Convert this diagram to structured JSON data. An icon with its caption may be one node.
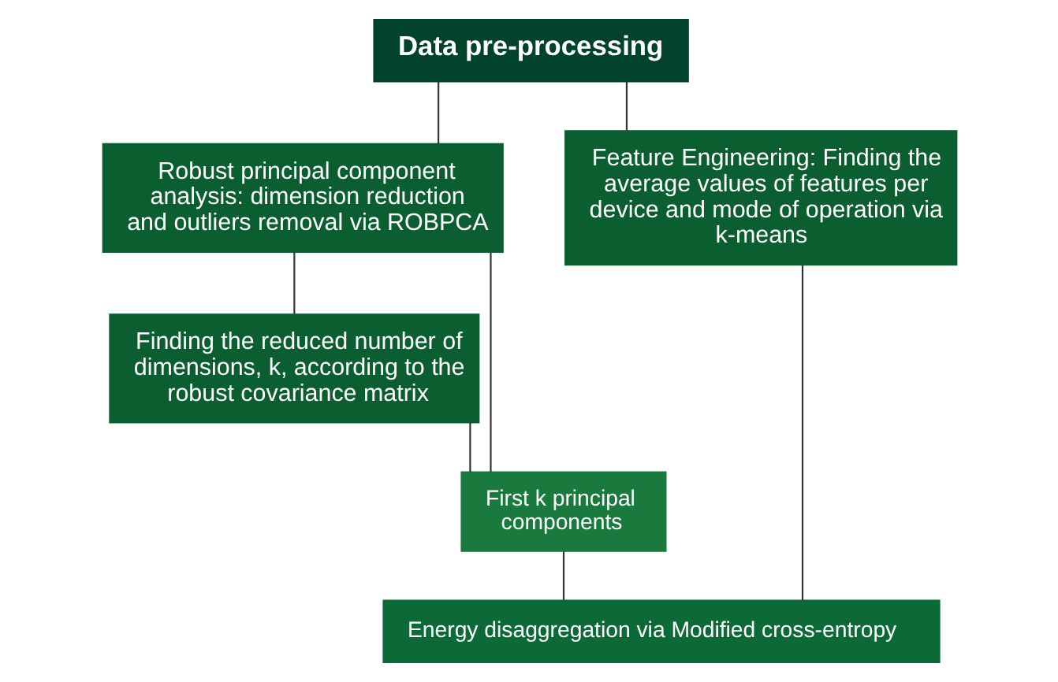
{
  "diagram": {
    "nodes": [
      {
        "text": [
          "Data pre-processing"
        ]
      },
      {
        "text": [
          "Robust principal component analysis: dimension reduction and outliers removal via ROBPCA"
        ]
      },
      {
        "text": [
          "Finding the reduced number of dimensions, k, according to the robust covariance matrix"
        ]
      },
      {
        "text": [
          "Feature Engineering: Finding the average values of features per device and mode of operation via k-means"
        ]
      },
      {
        "text": [
          "First k principal components"
        ]
      },
      {
        "text": [
          "Energy disaggregation via Modified cross-entropy"
        ]
      }
    ],
    "edges": [
      {
        "from": 0,
        "to": 1,
        "arrow": "none"
      },
      {
        "from": 0,
        "to": 3,
        "arrow": "none"
      },
      {
        "from": 1,
        "to": 2,
        "arrow": "none"
      },
      {
        "from": 2,
        "to": 4,
        "arrow": "none"
      },
      {
        "from": 1,
        "to": 4,
        "arrow": "none"
      },
      {
        "from": 4,
        "to": 5,
        "arrow": "none"
      },
      {
        "from": 3,
        "to": 5,
        "arrow": "none"
      }
    ]
  }
}
